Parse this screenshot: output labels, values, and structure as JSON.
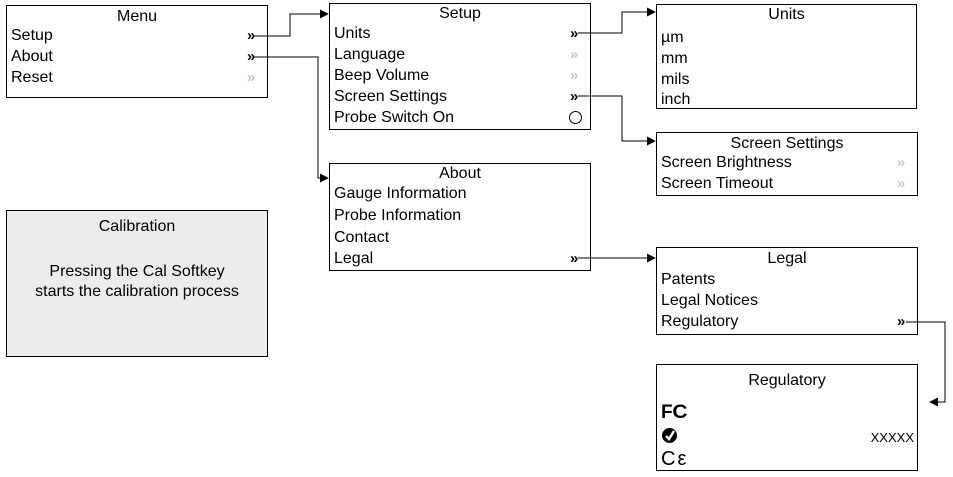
{
  "menu": {
    "title": "Menu",
    "items": [
      {
        "label": "Setup",
        "chevron": "dark"
      },
      {
        "label": "About",
        "chevron": "dark"
      },
      {
        "label": "Reset",
        "chevron": "light"
      }
    ]
  },
  "setup": {
    "title": "Setup",
    "items": [
      {
        "label": "Units",
        "chevron": "dark"
      },
      {
        "label": "Language",
        "chevron": "light"
      },
      {
        "label": "Beep Volume",
        "chevron": "light"
      },
      {
        "label": "Screen Settings",
        "chevron": "dark"
      },
      {
        "label": "Probe Switch On",
        "control": "radio"
      }
    ]
  },
  "units": {
    "title": "Units",
    "items": [
      "µm",
      "mm",
      "mils",
      "inch"
    ]
  },
  "screen_settings": {
    "title": "Screen Settings",
    "items": [
      {
        "label": "Screen Brightness",
        "chevron": "light"
      },
      {
        "label": "Screen Timeout",
        "chevron": "light"
      }
    ]
  },
  "about": {
    "title": "About",
    "items": [
      {
        "label": "Gauge Information"
      },
      {
        "label": "Probe Information"
      },
      {
        "label": "Contact"
      },
      {
        "label": "Legal",
        "chevron": "dark"
      }
    ]
  },
  "legal": {
    "title": "Legal",
    "items": [
      {
        "label": "Patents"
      },
      {
        "label": "Legal Notices"
      },
      {
        "label": "Regulatory",
        "chevron": "dark"
      }
    ]
  },
  "regulatory": {
    "title": "Regulatory",
    "symbols": [
      "FC",
      "C-tick",
      "CE"
    ],
    "value": "XXXXX"
  },
  "calibration": {
    "title": "Calibration",
    "line1": "Pressing the Cal Softkey",
    "line2": "starts the calibration process"
  },
  "chevron_glyph": "»",
  "colors": {
    "border": "#000000",
    "calibration_bg": "#ececec",
    "disabled_chevron": "#c8c8c8"
  }
}
